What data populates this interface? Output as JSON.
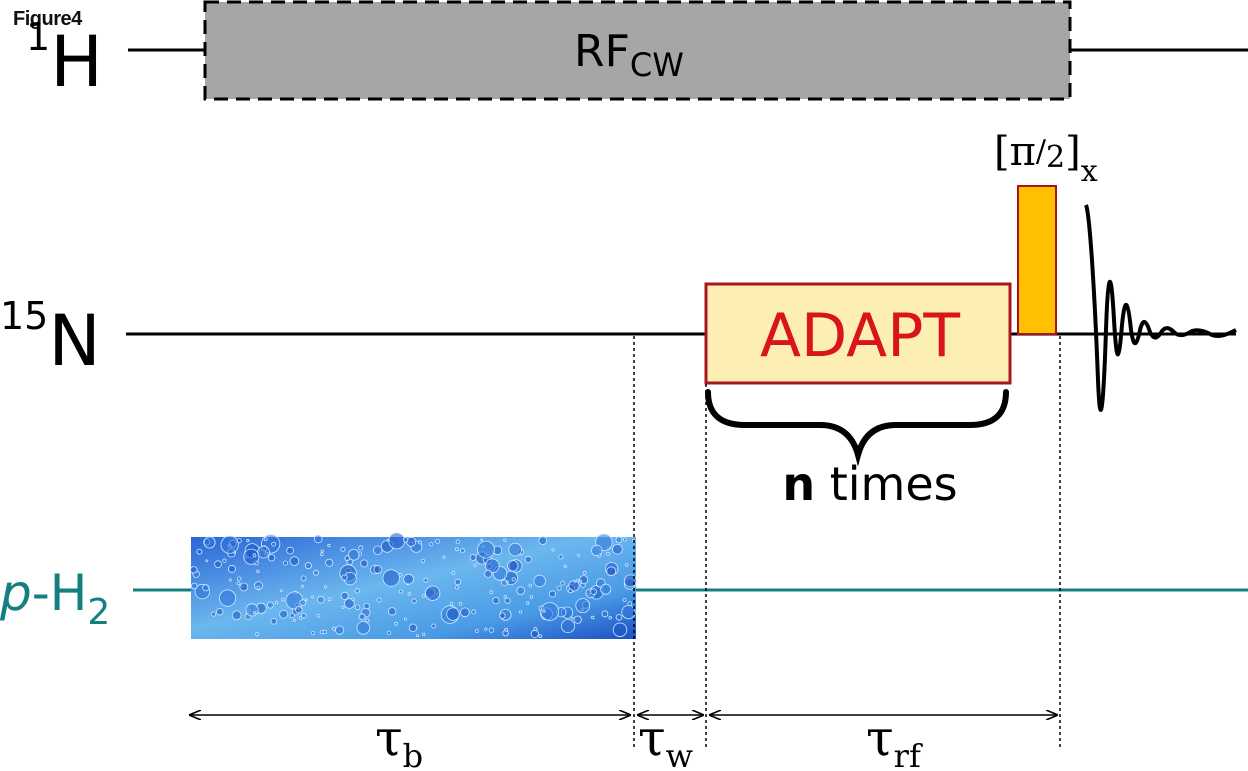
{
  "figure_label": "Figure4",
  "channels": {
    "h1": {
      "isotope": "1",
      "element": "H"
    },
    "n15": {
      "isotope": "15",
      "element": "N"
    },
    "ph2": {
      "prefix": "p",
      "dash": "-",
      "element": "H",
      "subscript": "2"
    }
  },
  "blocks": {
    "rfcw": {
      "main": "RF",
      "sub": "CW"
    },
    "adapt": {
      "label": "ADAPT"
    },
    "pulse": {
      "lbracket": "[",
      "pi": "π",
      "slash": "/",
      "two": "2",
      "rbracket": "]",
      "sub": "x"
    },
    "repeat": {
      "bold": "n",
      "rest": " times"
    }
  },
  "intervals": {
    "tau_b": {
      "main": "τ",
      "sub": "b"
    },
    "tau_w": {
      "main": "τ",
      "sub": "w"
    },
    "tau_rf": {
      "main": "τ",
      "sub": "rf"
    }
  },
  "colors": {
    "line": "#000000",
    "rfcw_fill": "#a6a6a6",
    "adapt_fill": "#fdeeb4",
    "adapt_border": "#a8151f",
    "adapt_text": "#d9141c",
    "pulse_fill": "#ffc000",
    "ph2_teal": "#137f80",
    "bubble_dark": "#1a5ad6",
    "bubble_light": "#7ec8f0"
  }
}
